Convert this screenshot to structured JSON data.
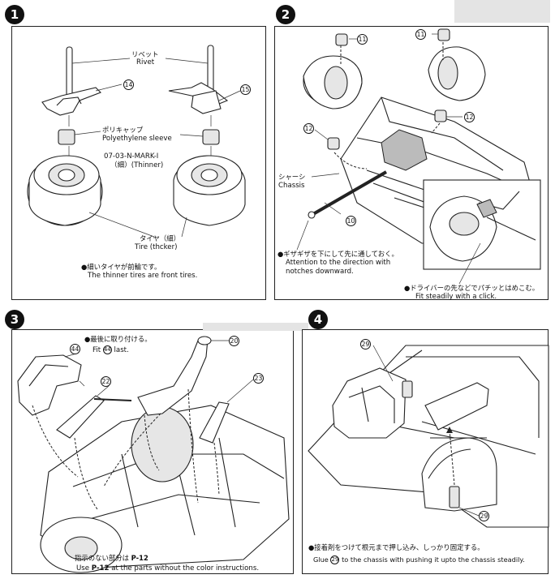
{
  "steps": [
    "1",
    "2",
    "3",
    "4"
  ],
  "panel1": {
    "rivet_jp": "リベット",
    "rivet_en": "Rivet",
    "part_14": "14",
    "part_15": "15",
    "sleeve_jp": "ポリキャップ",
    "sleeve_en": "Polyethylene sleeve",
    "thinner_code": "07-03-N-MARK-I",
    "thinner_label": "（細）(Thinner)",
    "tire_jp": "タイヤ（細）",
    "tire_en": "Tire (thcker)",
    "note_jp": "●細いタイヤが前輪です。",
    "note_en": "The thinner tires are front tires."
  },
  "panel2": {
    "part_11a": "11",
    "part_11b": "11",
    "part_12a": "12",
    "part_12b": "12",
    "part_10": "10",
    "chassis_jp": "シャーシ",
    "chassis_en": "Chassis",
    "notch_jp": "●ギザギザを下にして先に通しておく。",
    "notch_en1": "Attention to the direction with",
    "notch_en2": "notches downward.",
    "click_jp": "●ドライバーの先などでパチッとはめこむ。",
    "click_en": "Fit steadily with a click."
  },
  "panel3": {
    "part_44": "44",
    "part_20": "20",
    "part_22": "22",
    "part_23": "23",
    "last_jp": "●最後に取り付ける。",
    "last_en_pre": "Fit",
    "last_en_num": "44",
    "last_en_post": "last.",
    "color_jp": "指示のない部分は",
    "color_ref": "P-12",
    "color_en_pre": "Use",
    "color_en_post": "at the parts without the color instructions."
  },
  "panel4": {
    "part_29a": "29",
    "part_29b": "29",
    "glue_jp": "●接着剤をつけて根元まで押し込み、しっかり固定する。",
    "glue_en_pre": "Glue",
    "glue_en_num": "29",
    "glue_en_post": "to the chassis with pushing it upto the chassis steadily."
  }
}
